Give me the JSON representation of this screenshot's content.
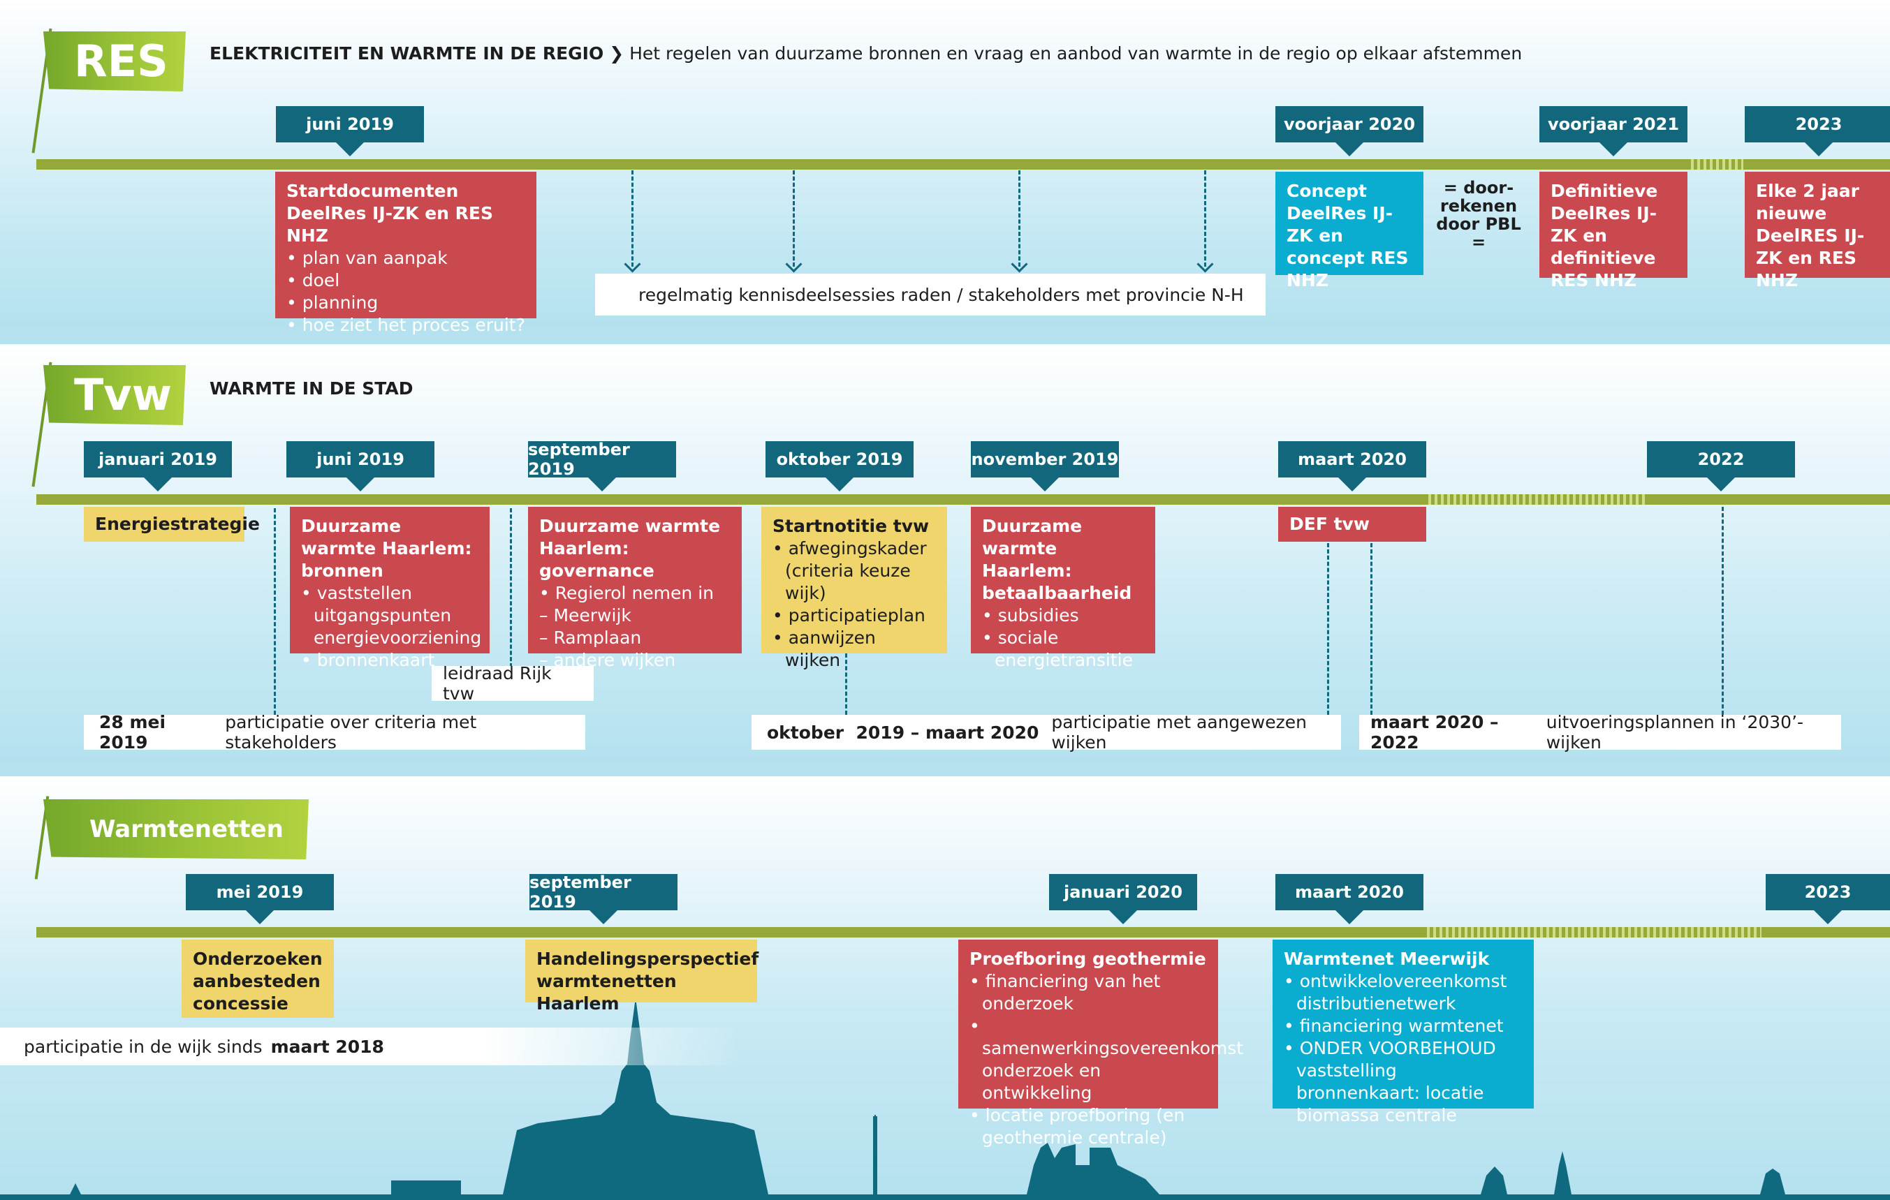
{
  "res": {
    "flag": "RES",
    "title": "ELEKTRICITEIT EN WARMTE IN DE REGIO",
    "chevron": "❯",
    "subtitle": "Het regelen van duurzame bronnen en vraag en aanbod van warmte in de regio op elkaar afstemmen",
    "dates": [
      "juni 2019",
      "voorjaar 2020",
      "voorjaar 2021",
      "2023"
    ],
    "box1": {
      "title": "Startdocumenten DeelRes IJ-ZK en RES NHZ",
      "items": [
        "plan van aanpak",
        "doel",
        "planning",
        "hoe ziet het proces eruit?"
      ]
    },
    "box2": {
      "title": "Concept DeelRes IJ-ZK en concept RES NHZ"
    },
    "pbl": "= door-rekenen door PBL =",
    "box3": {
      "title": "Definitieve DeelRes IJ-ZK en definitieve RES NHZ"
    },
    "box4": {
      "title": "Elke 2 jaar nieuwe DeelRES IJ-ZK en RES NHZ"
    },
    "kennis": "regelmatig kennisdeelsessies raden / stakeholders met provincie N-H"
  },
  "tvw": {
    "flag": "Tvw",
    "title": "WARMTE IN DE STAD",
    "dates": [
      "januari 2019",
      "juni 2019",
      "september 2019",
      "oktober 2019",
      "november 2019",
      "maart 2020",
      "2022"
    ],
    "energie": "Energiestrategie",
    "box_bronnen": {
      "title": "Duurzame warmte Haarlem: bronnen",
      "items": [
        "vaststellen uitgangspunten energievoorziening",
        "bronnenkaart"
      ]
    },
    "box_governance": {
      "title": "Duurzame warmte Haarlem: governance",
      "items": [
        "Regierol nemen in",
        "– Meerwijk",
        "– Ramplaan",
        "– andere wijken"
      ]
    },
    "box_startnotitie": {
      "title": "Startnotitie tvw",
      "items": [
        "afwegingskader (criteria keuze wijk)",
        "participatieplan",
        "aanwijzen wijken"
      ]
    },
    "box_betaal": {
      "title": "Duurzame warmte Haarlem: betaalbaarheid",
      "items": [
        "subsidies",
        "sociale energietransitie"
      ]
    },
    "def": "DEF tvw",
    "leidraad": "leidraad Rijk tvw",
    "part1_date": "28 mei 2019",
    "part1_text": "participatie over criteria met stakeholders",
    "part2_date": "oktober  2019 – maart 2020",
    "part2_text": "participatie met aangewezen wijken",
    "part3_date": "maart 2020 – 2022",
    "part3_text": "uitvoeringsplannen in ‘2030’-wijken"
  },
  "warmtenetten": {
    "flag": "Warmtenetten",
    "dates": [
      "mei 2019",
      "september 2019",
      "januari 2020",
      "maart 2020",
      "2023"
    ],
    "onderzoeken": "Onderzoeken aanbesteden concessie",
    "handelings": "Handelingsperspectief warmtenetten Haarlem",
    "proef": {
      "title": "Proefboring geothermie",
      "items": [
        "financiering van het onderzoek",
        "samenwerkingsovereenkomst onderzoek en ontwikkeling",
        "locatie proefboring (en geothermie centrale)"
      ]
    },
    "meerwijk": {
      "title": "Warmtenet Meerwijk",
      "items": [
        "ontwikkelovereenkomst distributienetwerk",
        "financiering warmtenet",
        "ONDER VOORBEHOUD vaststelling bronnenkaart: locatie biomassa centrale"
      ]
    },
    "participatie_text": "participatie in de wijk sinds",
    "participatie_date": "maart 2018"
  },
  "colors": {
    "teal": "#13677c",
    "red": "#c9494f",
    "cyan": "#0aadcf",
    "yellow": "#f0d46c",
    "green": "#97a83a"
  }
}
